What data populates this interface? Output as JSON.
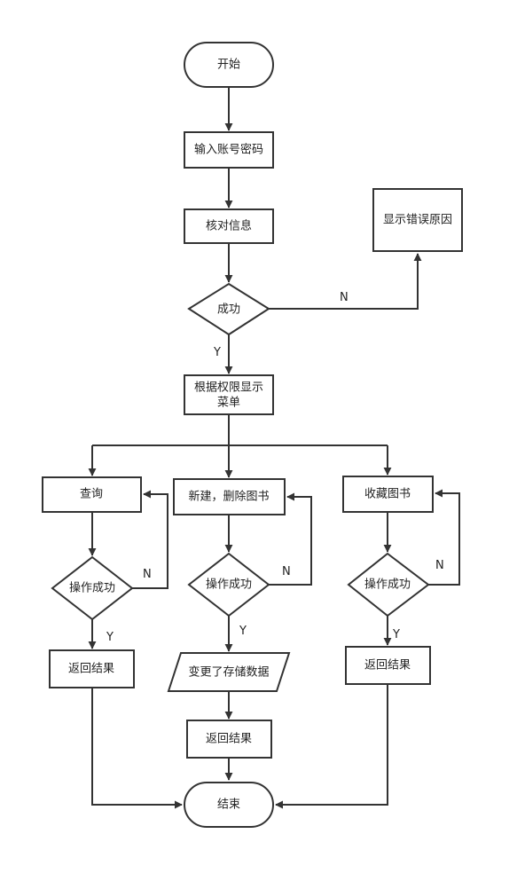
{
  "nodes": {
    "start": "开始",
    "input_credentials": "输入账号密码",
    "verify_info": "核对信息",
    "success_check": "成功",
    "show_error": "显示错误原因",
    "show_menu_line1": "根据权限显示",
    "show_menu_line2": "菜单",
    "query": "查询",
    "new_delete_book": "新建，删除图书",
    "collect_book": "收藏图书",
    "op_success_1": "操作成功",
    "op_success_2": "操作成功",
    "op_success_3": "操作成功",
    "return_result_1": "返回结果",
    "change_storage": "变更了存储数据",
    "return_result_2": "返回结果",
    "return_result_3": "返回结果",
    "end": "结束"
  },
  "edge_labels": {
    "login_no": "N",
    "login_yes": "Y",
    "query_no": "N",
    "query_yes": "Y",
    "edit_no": "N",
    "edit_yes": "Y",
    "collect_no": "N",
    "collect_yes": "Y"
  },
  "colors": {
    "stroke": "#333333",
    "fill": "#ffffff",
    "text": "#222222"
  }
}
